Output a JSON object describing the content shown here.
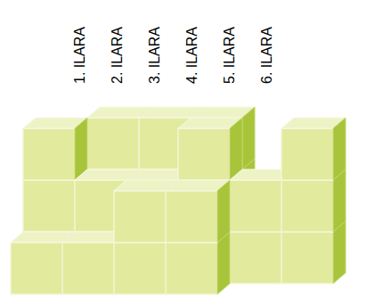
{
  "diagram": {
    "labels": [
      "1. ILARA",
      "2. ILARA",
      "3. ILARA",
      "4. ILARA",
      "5. ILARA",
      "6. ILARA"
    ]
  }
}
